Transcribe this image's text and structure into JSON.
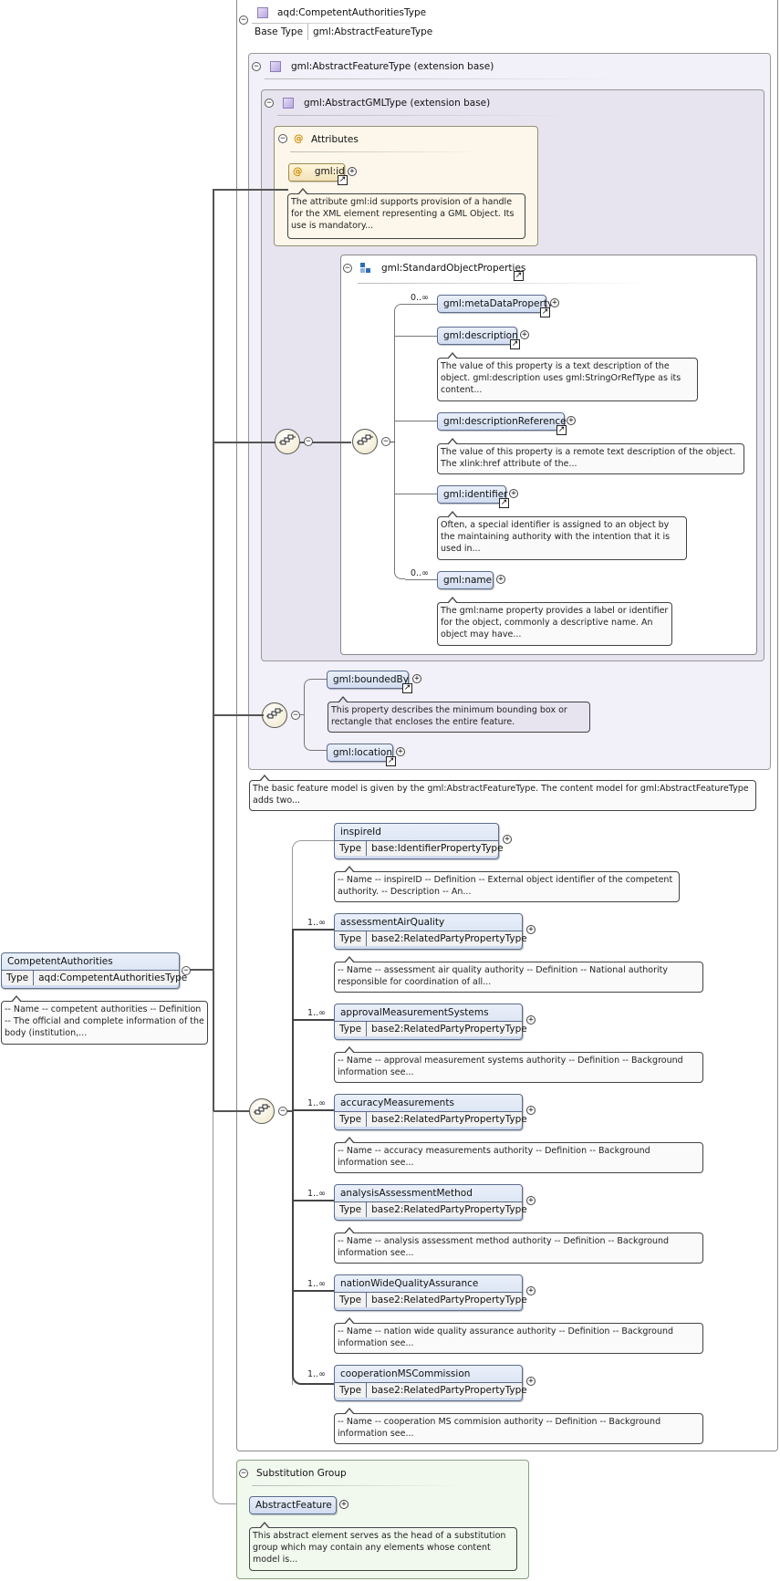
{
  "root_type": {
    "name": "aqd:CompetentAuthoritiesType",
    "base_type_key": "Base Type",
    "base_type_value": "gml:AbstractFeatureType"
  },
  "ext_feature": {
    "title": "gml:AbstractFeatureType (extension base)"
  },
  "ext_gml": {
    "title": "gml:AbstractGMLType (extension base)"
  },
  "attributes": {
    "title": "Attributes",
    "at_symbol": "@",
    "gml_id": "gml:id",
    "doc": "The attribute gml:id supports provision of a handle for the XML element representing a GML Object. Its use is mandatory..."
  },
  "std_props": {
    "title": "gml:StandardObjectProperties",
    "items": [
      {
        "name": "gml:metaDataProperty",
        "card": "0..∞",
        "doc": ""
      },
      {
        "name": "gml:description",
        "card": "",
        "doc": "The value of this property is a text description of the object. gml:description uses gml:StringOrRefType as its content..."
      },
      {
        "name": "gml:descriptionReference",
        "card": "",
        "doc": "The value of this property is a remote text description of the object. The xlink:href attribute of the..."
      },
      {
        "name": "gml:identifier",
        "card": "",
        "doc": "Often, a special identifier is assigned to an object by the maintaining authority with the intention that it is used in..."
      },
      {
        "name": "gml:name",
        "card": "0..∞",
        "doc": "The gml:name property provides a label or identifier for the object, commonly a descriptive name. An object may have..."
      }
    ]
  },
  "bounded": {
    "name": "gml:boundedBy",
    "doc": "This property describes the minimum bounding box or rectangle that encloses the entire feature."
  },
  "location": {
    "name": "gml:location"
  },
  "feature_doc": "The basic feature model is given by the gml:AbstractFeatureType. The content model for gml:AbstractFeatureType adds two...",
  "type_key": "Type",
  "elements": [
    {
      "name": "inspireId",
      "type": "base:IdentifierPropertyType",
      "card": "",
      "doc": "-- Name -- inspireID -- Definition -- External object identifier of the competent authority. -- Description -- An..."
    },
    {
      "name": "assessmentAirQuality",
      "type": "base2:RelatedPartyPropertyType",
      "card": "1..∞",
      "doc": "-- Name -- assessment air quality authority -- Definition -- National authority responsible for coordination of all..."
    },
    {
      "name": "approvalMeasurementSystems",
      "type": "base2:RelatedPartyPropertyType",
      "card": "1..∞",
      "doc": "-- Name -- approval measurement systems authority -- Definition -- Background information see..."
    },
    {
      "name": "accuracyMeasurements",
      "type": "base2:RelatedPartyPropertyType",
      "card": "1..∞",
      "doc": "-- Name -- accuracy measurements authority -- Definition -- Background information see..."
    },
    {
      "name": "analysisAssessmentMethod",
      "type": "base2:RelatedPartyPropertyType",
      "card": "1..∞",
      "doc": "-- Name -- analysis assessment method authority -- Definition -- Background information see..."
    },
    {
      "name": "nationWideQualityAssurance",
      "type": "base2:RelatedPartyPropertyType",
      "card": "1..∞",
      "doc": "-- Name -- nation wide quality assurance authority -- Definition -- Background information see..."
    },
    {
      "name": "cooperationMSCommission",
      "type": "base2:RelatedPartyPropertyType",
      "card": "1..∞",
      "doc": "-- Name -- cooperation MS commision authority -- Definition -- Background information see..."
    }
  ],
  "root_element": {
    "name": "CompetentAuthorities",
    "type": "aqd:CompetentAuthoritiesType",
    "doc": "-- Name -- competent authorities -- Definition -- The official and complete information of the body (institution,..."
  },
  "substitution": {
    "title": "Substitution Group",
    "name": "AbstractFeature",
    "doc": "This abstract element serves as the head of a substitution group which may contain any elements whose content model is..."
  },
  "icons": {
    "collapse": "−",
    "expand": "+",
    "ref": "↗"
  }
}
